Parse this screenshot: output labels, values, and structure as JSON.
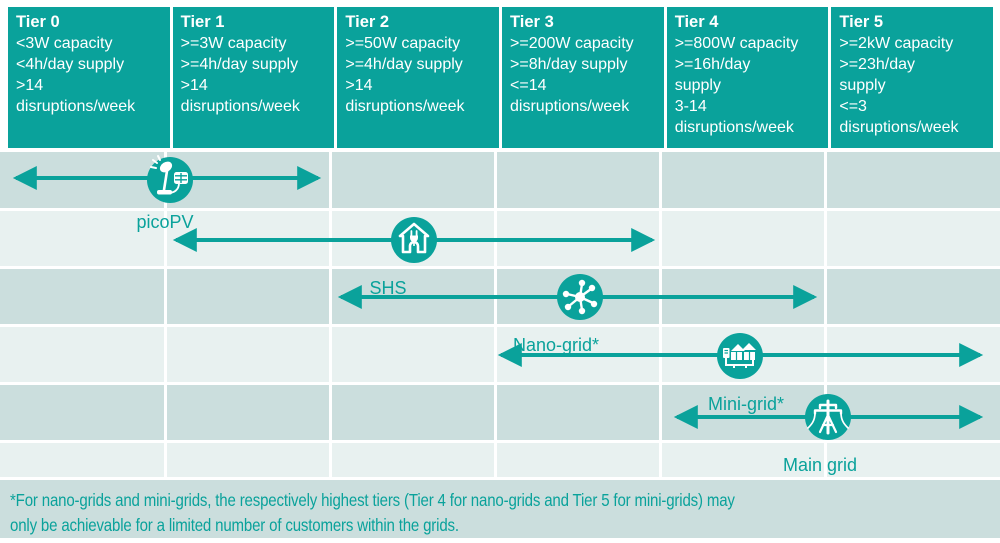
{
  "palette": {
    "teal": "#0aa29b",
    "band_row": "#cbdedd",
    "light_row": "#e8f1f0",
    "header_text": "#ffffff"
  },
  "tiers": [
    {
      "title": "Tier 0",
      "lines": [
        "<3W capacity",
        "<4h/day supply",
        ">14",
        "disruptions/week"
      ]
    },
    {
      "title": "Tier 1",
      "lines": [
        ">=3W capacity",
        ">=4h/day supply",
        ">14",
        "disruptions/week"
      ]
    },
    {
      "title": "Tier 2",
      "lines": [
        ">=50W capacity",
        ">=4h/day supply",
        ">14",
        "disruptions/week"
      ]
    },
    {
      "title": "Tier 3",
      "lines": [
        ">=200W capacity",
        ">=8h/day supply",
        "<=14",
        "disruptions/week"
      ]
    },
    {
      "title": "Tier 4",
      "lines": [
        ">=800W capacity",
        ">=16h/day",
        "supply",
        "3-14",
        "disruptions/week"
      ]
    },
    {
      "title": "Tier 5",
      "lines": [
        ">=2kW capacity",
        ">=23h/day",
        "supply",
        "<=3",
        "disruptions/week"
      ]
    }
  ],
  "technologies": [
    {
      "label": "picoPV",
      "icon": "solar-lamp-icon",
      "from_tier": "Tier 0",
      "to_tier": "Tier 1"
    },
    {
      "label": "SHS",
      "icon": "house-plug-icon",
      "from_tier": "Tier 1",
      "to_tier": "Tier 3"
    },
    {
      "label": "Nano-grid*",
      "icon": "hub-network-icon",
      "from_tier": "Tier 2",
      "to_tier": "Tier 4"
    },
    {
      "label": "Mini-grid*",
      "icon": "village-houses-icon",
      "from_tier": "Tier 3",
      "to_tier": "Tier 5"
    },
    {
      "label": "Main grid",
      "icon": "transmission-tower-icon",
      "from_tier": "Tier 4",
      "to_tier": "Tier 5"
    }
  ],
  "footnote": {
    "lines": [
      "*For nano-grids and mini-grids, the respectively highest tiers (Tier 4 for nano-grids and Tier 5 for mini-grids) may",
      "only be achievable for a limited number of customers within the grids."
    ]
  }
}
